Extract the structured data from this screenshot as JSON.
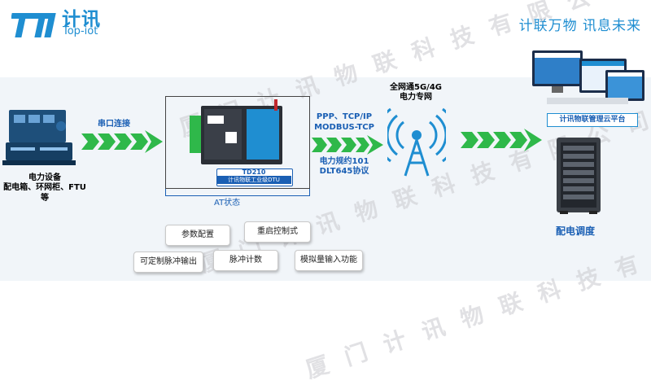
{
  "brand": {
    "name_cn": "计讯",
    "name_en": "Top-iot"
  },
  "slogan": "计联万物 讯息未来",
  "watermark": [
    "厦门计讯物联科技有限公司",
    "厦门计讯物联科技有限公司",
    "厦门计讯物联科技有限公司"
  ],
  "equipment": {
    "title": "电力设备",
    "subtitle": "配电箱、环网柜、FTU等"
  },
  "serial_link": "串口连接",
  "dtu": {
    "model": "TD210",
    "name": "计讯物联工业级DTU",
    "state": "AT状态"
  },
  "protocols": {
    "line1": "PPP、TCP/IP",
    "line2": "MODBUS-TCP",
    "line3": "电力规约101",
    "line4": "DLT645协议"
  },
  "network": {
    "line1": "全网通5G/4G",
    "line2": "电力专网"
  },
  "cloud": {
    "title": "计讯物联管理云平台"
  },
  "dispatch": "配电调度",
  "features": [
    "参数配置",
    "重启控制式",
    "可定制脉冲输出",
    "脉冲计数",
    "模拟量输入功能"
  ],
  "colors": {
    "brand_blue": "#1f8ed1",
    "arrow_green": "#2fb84a",
    "label_blue": "#1a5fb4"
  }
}
